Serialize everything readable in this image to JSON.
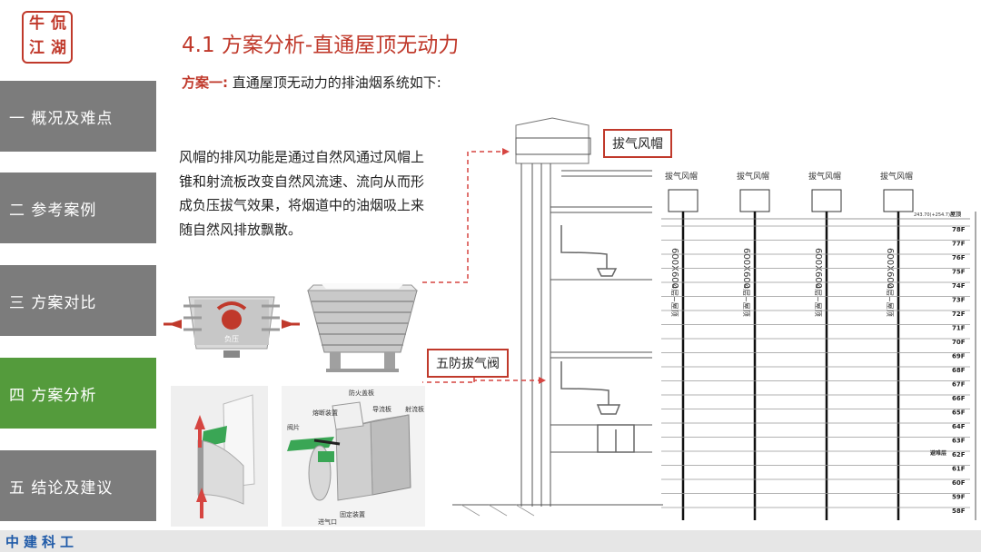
{
  "logo": {
    "chars": [
      "牛",
      "侃",
      "江",
      "湖"
    ]
  },
  "sidebar": {
    "items": [
      {
        "label": "一 概况及难点",
        "active": false
      },
      {
        "label": "二 参考案例",
        "active": false
      },
      {
        "label": "三 方案对比",
        "active": false
      },
      {
        "label": "四 方案分析",
        "active": true
      },
      {
        "label": "五 结论及建议",
        "active": false
      }
    ]
  },
  "header": {
    "title": "4.1  方案分析-直通屋顶无动力",
    "subtitle_highlight": "方案一:",
    "subtitle_text": "直通屋顶无动力的排油烟系统如下:"
  },
  "description": "风帽的排风功能是通过自然风通过风帽上锥和射流板改变自然风流速、流向从而形成负压拔气效果，将烟道中的油烟吸上来随自然风排放飘散。",
  "callouts": {
    "hood": "拔气风帽",
    "valve": "五防拔气阀"
  },
  "photo_hood_label": "负压",
  "valve_labels": {
    "fire_cover": "防火盖板",
    "fuse": "熔断装置",
    "valve_blade": "阀片",
    "guide_plate": "导流板",
    "jet_plate": "射流板",
    "fixing": "固定装置",
    "inlet": "进气口"
  },
  "riser": {
    "columns": [
      {
        "hood_label": "拔气风帽",
        "size": "600X600",
        "note": "4层~屋顶"
      },
      {
        "hood_label": "拔气风帽",
        "size": "600X600",
        "note": "4层~屋顶"
      },
      {
        "hood_label": "拔气风帽",
        "size": "600X600",
        "note": "4层~屋顶"
      },
      {
        "hood_label": "拔气风帽",
        "size": "600X600",
        "note": "4层~屋顶"
      }
    ],
    "elevation": "243.70(+254.7)",
    "roof_label": "屋顶",
    "refuge_label": "避难层",
    "floors": [
      "78F",
      "77F",
      "76F",
      "75F",
      "74F",
      "73F",
      "72F",
      "71F",
      "70F",
      "69F",
      "68F",
      "67F",
      "66F",
      "65F",
      "64F",
      "63F",
      "62F",
      "61F",
      "60F",
      "59F",
      "58F"
    ]
  },
  "footer": {
    "brand": "中建科工"
  },
  "colors": {
    "accent": "#c0392b",
    "nav": "#7c7c7c",
    "nav_active": "#549b3c",
    "brand": "#1f5aa8"
  }
}
